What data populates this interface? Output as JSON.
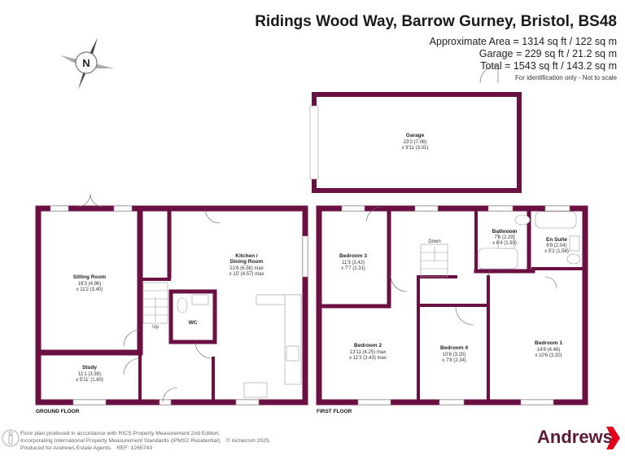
{
  "header": {
    "title": "Ridings Wood Way, Barrow Gurney, Bristol, BS48",
    "approx_area": "Approximate Area = 1314 sq ft / 122 sq m",
    "garage_area": "Garage = 229 sq ft / 21.2 sq m",
    "total_area": "Total = 1543 sq ft / 143.2 sq m",
    "note": "For identification only - Not to scale"
  },
  "compass": {
    "label": "N"
  },
  "garage": {
    "name": "Garage",
    "dim1": "23'2 (7.06)",
    "dim2": "x 9'11 (3.01)"
  },
  "ground_floor": {
    "label": "GROUND FLOOR",
    "stairs": "Up",
    "rooms": [
      {
        "name": "Sitting Room",
        "dim1": "16'3 (4.96)",
        "dim2": "x 11'2 (3.40)"
      },
      {
        "name": "Kitchen /",
        "name2": "Dining Room",
        "dim1": "21'6 (6.56) max",
        "dim2": "x 15' (4.57) max"
      },
      {
        "name": "WC"
      },
      {
        "name": "Study",
        "dim1": "11'1 (3.39)",
        "dim2": "x 5'11' (1.80)"
      }
    ]
  },
  "first_floor": {
    "label": "FIRST FLOOR",
    "stairs": "Down",
    "rooms": [
      {
        "name": "Bedroom 3",
        "dim1": "11'3 (3.42)",
        "dim2": "x 7'7 (2.31)"
      },
      {
        "name": "Bathroom",
        "dim1": "7'6 (2.29)",
        "dim2": "x 6'4 (1.93)"
      },
      {
        "name": "En Suite",
        "dim1": "6'8 (2.04)",
        "dim2": "x 5'2 (1.58)"
      },
      {
        "name": "Bedroom 2",
        "dim1": "13'11 (4.25) max",
        "dim2": "x 11'3 (3.43) max"
      },
      {
        "name": "Bedroom 4",
        "dim1": "10'6 (3.20)",
        "dim2": "x 7'8 (2.34)"
      },
      {
        "name": "Bedroom 1",
        "dim1": "14'8 (4.46)",
        "dim2": "x 10'6 (3.20)"
      }
    ]
  },
  "footer": {
    "line1": "Floor plan produced in accordance with RICS Property Measurement 2nd Edition.",
    "line2": "Incorporating International Property Measurement Standards (IPMS2 Residential).",
    "copyright": "© nichecom 2025.",
    "line3": "Produced for Andrews Estate Agents.",
    "ref": "REF: 1265743"
  },
  "brand": {
    "name": "Andrews",
    "wall_color": "#6b1042",
    "logo_red": "#e3001b",
    "logo_text": "#5a1a3a"
  }
}
